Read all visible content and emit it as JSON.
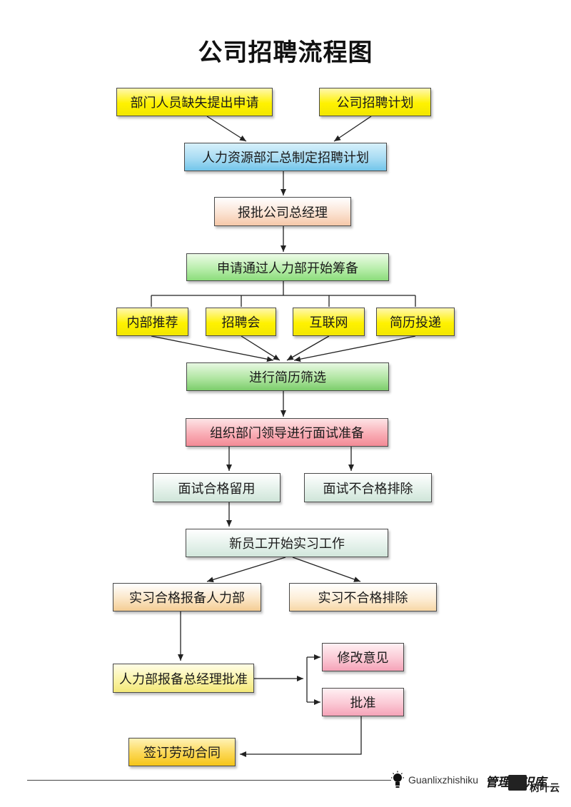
{
  "title": "公司招聘流程图",
  "boxes": {
    "dept_request": "部门人员缺失提出申请",
    "company_plan": "公司招聘计划",
    "hr_summary": "人力资源部汇总制定招聘计划",
    "gm_approve": "报批公司总经理",
    "hr_prepare": "申请通过人力部开始筹备",
    "internal_ref": "内部推荐",
    "job_fair": "招聘会",
    "internet": "互联网",
    "resume_post": "简历投递",
    "screening": "进行简历筛选",
    "interview_prep": "组织部门领导进行面试准备",
    "interview_pass": "面试合格留用",
    "interview_fail": "面试不合格排除",
    "internship": "新员工开始实习工作",
    "intern_pass": "实习合格报备人力部",
    "intern_fail": "实习不合格排除",
    "hr_report_gm": "人力部报备总经理批准",
    "revise": "修改意见",
    "approve": "批准",
    "sign_contract": "签订劳动合同"
  },
  "footer": {
    "brand": "Guanlixzhishiku",
    "brand_cn": "管理知识库",
    "watermark": "树叶云"
  },
  "colors": {
    "yellow": "#fff200",
    "blue": "#a8dcf3",
    "peach": "#fbe3d3",
    "green": "#b9eeac",
    "red": "#f9aeb6",
    "gray_green": "#e4f1ea",
    "orange": "#fbe6c7",
    "pink": "#fbc9d5",
    "gold": "#fcd855"
  }
}
